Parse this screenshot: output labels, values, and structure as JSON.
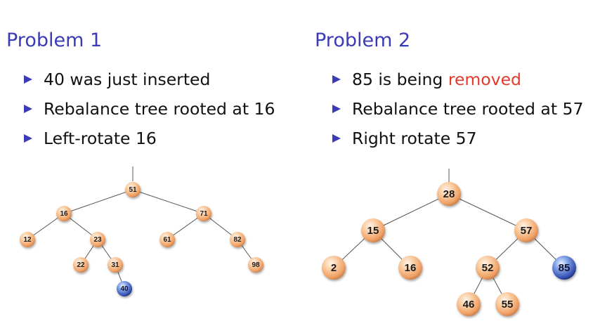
{
  "problems": [
    {
      "title": "Problem 1",
      "bullets": [
        {
          "text": "40 was just inserted"
        },
        {
          "text": "Rebalance tree rooted at 16"
        },
        {
          "text": "Left-rotate 16"
        }
      ],
      "tree": {
        "nodes": [
          {
            "id": "51",
            "label": "51",
            "color": "orange"
          },
          {
            "id": "16",
            "label": "16",
            "color": "orange"
          },
          {
            "id": "71",
            "label": "71",
            "color": "orange"
          },
          {
            "id": "12",
            "label": "12",
            "color": "orange"
          },
          {
            "id": "23",
            "label": "23",
            "color": "orange"
          },
          {
            "id": "61",
            "label": "61",
            "color": "orange"
          },
          {
            "id": "82",
            "label": "82",
            "color": "orange"
          },
          {
            "id": "22",
            "label": "22",
            "color": "orange"
          },
          {
            "id": "31",
            "label": "31",
            "color": "orange"
          },
          {
            "id": "98",
            "label": "98",
            "color": "orange"
          },
          {
            "id": "40",
            "label": "40",
            "color": "blue"
          }
        ],
        "edges": [
          [
            "51",
            "16"
          ],
          [
            "51",
            "71"
          ],
          [
            "16",
            "12"
          ],
          [
            "16",
            "23"
          ],
          [
            "71",
            "61"
          ],
          [
            "71",
            "82"
          ],
          [
            "23",
            "22"
          ],
          [
            "23",
            "31"
          ],
          [
            "82",
            "98"
          ],
          [
            "31",
            "40"
          ]
        ]
      }
    },
    {
      "title": "Problem 2",
      "bullets": [
        {
          "parts": [
            {
              "text": "85 is being ",
              "color": "#111111"
            },
            {
              "text": "removed",
              "color": "#e23b2e"
            }
          ]
        },
        {
          "text": "Rebalance tree rooted at 57"
        },
        {
          "text": "Right rotate 57"
        }
      ],
      "tree": {
        "nodes": [
          {
            "id": "28",
            "label": "28",
            "color": "orange"
          },
          {
            "id": "15",
            "label": "15",
            "color": "orange"
          },
          {
            "id": "57",
            "label": "57",
            "color": "orange"
          },
          {
            "id": "2",
            "label": "2",
            "color": "orange"
          },
          {
            "id": "16",
            "label": "16",
            "color": "orange"
          },
          {
            "id": "52",
            "label": "52",
            "color": "orange"
          },
          {
            "id": "85",
            "label": "85",
            "color": "blue"
          },
          {
            "id": "46",
            "label": "46",
            "color": "orange"
          },
          {
            "id": "55",
            "label": "55",
            "color": "orange"
          }
        ],
        "edges": [
          [
            "28",
            "15"
          ],
          [
            "28",
            "57"
          ],
          [
            "15",
            "2"
          ],
          [
            "15",
            "16"
          ],
          [
            "57",
            "52"
          ],
          [
            "57",
            "85"
          ],
          [
            "52",
            "46"
          ],
          [
            "52",
            "55"
          ]
        ]
      }
    }
  ],
  "colors": {
    "heading": "#3b3bb3",
    "removed": "#e23b2e",
    "orange_node": "#f7b98a",
    "blue_node": "#3f5fc0"
  }
}
